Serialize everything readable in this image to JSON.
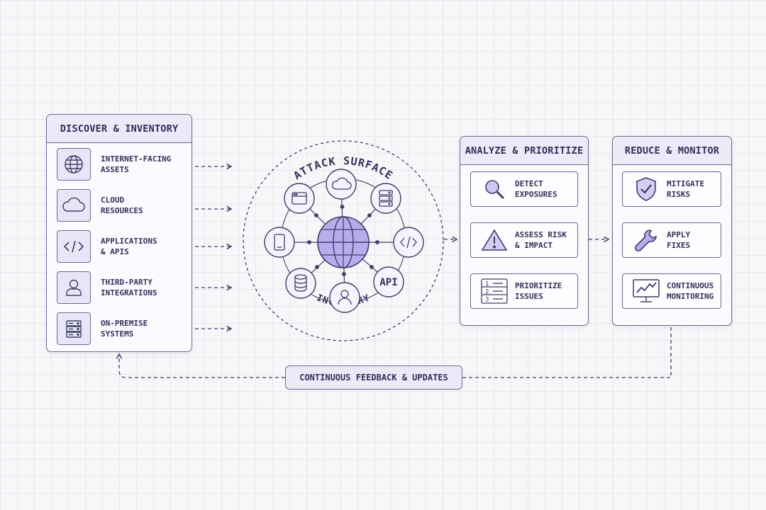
{
  "discover": {
    "title": "DISCOVER & INVENTORY",
    "items": [
      {
        "label": "INTERNET-FACING\nASSETS",
        "icon": "globe-icon"
      },
      {
        "label": "CLOUD\nRESOURCES",
        "icon": "cloud-icon"
      },
      {
        "label": "APPLICATIONS\n& APIS",
        "icon": "code-icon"
      },
      {
        "label": "THIRD-PARTY\nINTEGRATIONS",
        "icon": "user-icon"
      },
      {
        "label": "ON-PREMISE\nSYSTEMS",
        "icon": "server-icon"
      }
    ]
  },
  "surface": {
    "top_label": "ATTACK SURFACE",
    "bottom_label": "INVENTORY",
    "api_label": "API"
  },
  "analyze": {
    "title": "ANALYZE & PRIORITIZE",
    "steps": [
      {
        "label": "DETECT\nEXPOSURES",
        "icon": "magnifier-icon"
      },
      {
        "label": "ASSESS RISK\n& IMPACT",
        "icon": "warning-icon"
      },
      {
        "label": "PRIORITIZE\nISSUES",
        "icon": "ranked-list-icon"
      }
    ],
    "list_numbers": [
      "1",
      "2",
      "3"
    ]
  },
  "reduce": {
    "title": "REDUCE & MONITOR",
    "steps": [
      {
        "label": "MITIGATE\nRISKS",
        "icon": "shield-check-icon"
      },
      {
        "label": "APPLY\nFIXES",
        "icon": "wrench-icon"
      },
      {
        "label": "CONTINUOUS\nMONITORING",
        "icon": "monitor-chart-icon"
      }
    ]
  },
  "feedback": {
    "label": "CONTINUOUS FEEDBACK & UPDATES"
  },
  "colors": {
    "line": "#3e3e66",
    "accent": "#7b6cc8",
    "accent_light": "#c9c1ee",
    "panel": "#fbfaff"
  }
}
